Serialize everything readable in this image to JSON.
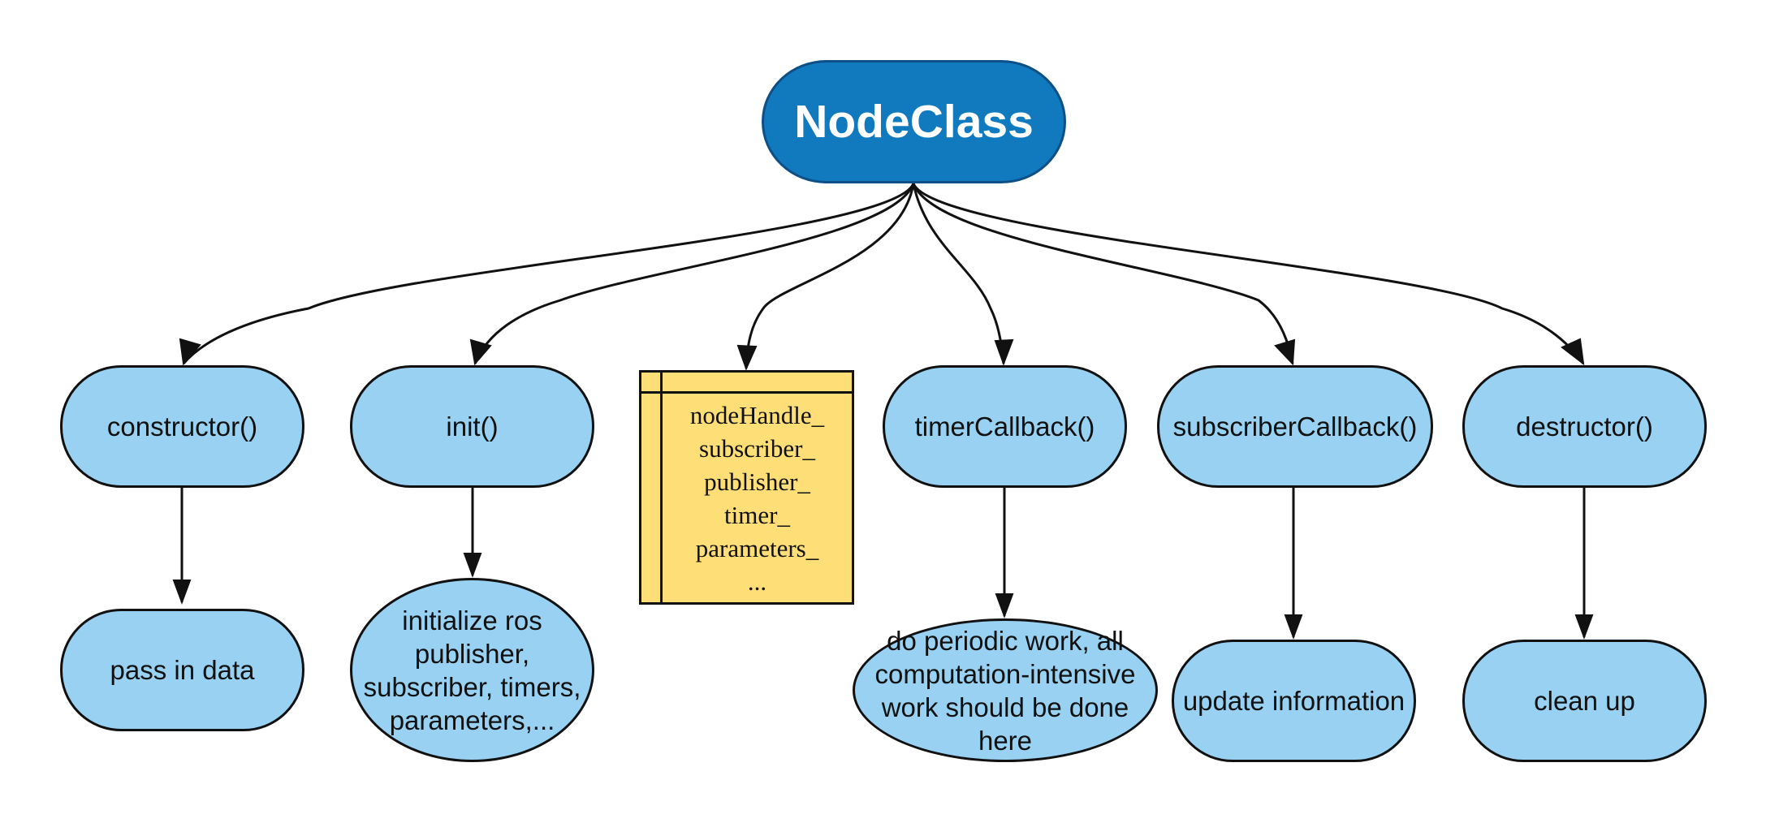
{
  "root": {
    "label": "NodeClass"
  },
  "methods": [
    {
      "label": "constructor()",
      "detail": "pass in data"
    },
    {
      "label": "init()",
      "detail": "initialize ros publisher, subscriber, timers, parameters,..."
    },
    {
      "label": "timerCallback()",
      "detail": "do periodic work, all computation-intensive work should be done here"
    },
    {
      "label": "subscriberCallback()",
      "detail": "update information"
    },
    {
      "label": "destructor()",
      "detail": "clean up"
    }
  ],
  "members": {
    "fields": [
      "nodeHandle_",
      "subscriber_",
      "publisher_",
      "timer_",
      "parameters_",
      "..."
    ]
  },
  "colors": {
    "root_fill": "#1179be",
    "method_fill": "#99d1f2",
    "members_fill": "#fede77",
    "stroke": "#111111"
  }
}
